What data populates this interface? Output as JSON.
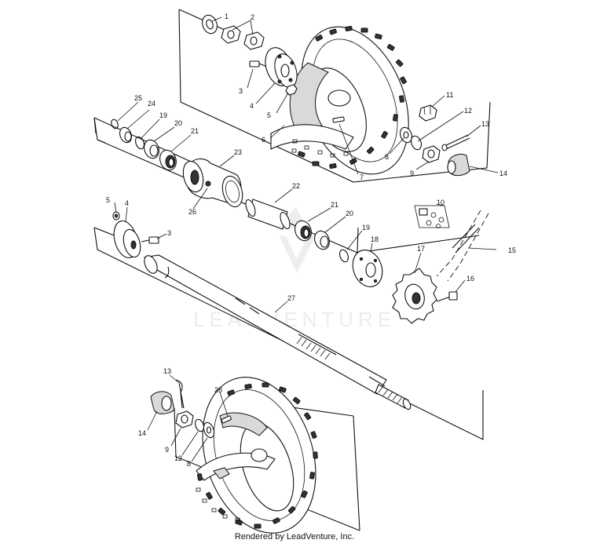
{
  "watermark": "LEADVENTURE",
  "footer": "Rendered by LeadVenture, Inc.",
  "callouts": {
    "c1": "1",
    "c2": "2",
    "c3a": "3",
    "c3b": "3",
    "c4a": "4",
    "c4b": "4",
    "c5a": "5",
    "c5b": "5",
    "c6": "6",
    "c7": "7",
    "c8a": "8",
    "c8b": "8",
    "c9a": "9",
    "c9b": "9",
    "c10": "10",
    "c11": "11",
    "c12a": "12",
    "c12b": "12",
    "c13a": "13",
    "c13b": "13",
    "c14a": "14",
    "c14b": "14",
    "c15": "15",
    "c16": "16",
    "c17": "17",
    "c18": "18",
    "c19a": "19",
    "c19b": "19",
    "c20a": "20",
    "c20b": "20",
    "c21a": "21",
    "c21b": "21",
    "c22": "22",
    "c23": "23",
    "c24": "24",
    "c25": "25",
    "c26": "26",
    "c27": "27",
    "c28": "28"
  }
}
